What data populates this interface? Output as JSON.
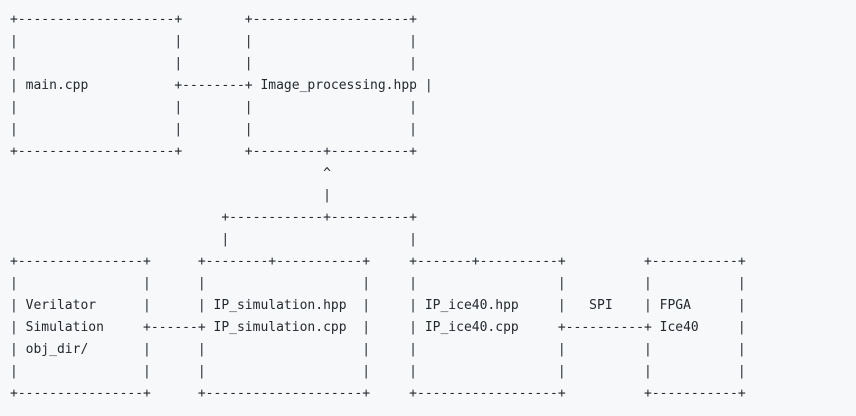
{
  "diagram": {
    "lines": [
      "+--------------------+        +--------------------+",
      "|                    |        |                    |",
      "|                    |        |                    |",
      "| main.cpp           +--------+ Image_processing.hpp |",
      "|                    |        |                    |",
      "|                    |        |                    |",
      "+--------------------+        +---------+----------+",
      "                                        ^",
      "                                        |",
      "                           +------------+----------+",
      "                           |                       |",
      "+----------------+      +--------+-----------+     +-------+----------+          +-----------+",
      "|                |      |                    |     |                  |          |           |",
      "| Verilator      |      | IP_simulation.hpp  |     | IP_ice40.hpp     |   SPI    | FPGA      |",
      "| Simulation     +------+ IP_simulation.cpp  |     | IP_ice40.cpp     +----------+ Ice40     |",
      "| obj_dir/       |      |                    |     |                  |          |           |",
      "|                |      |                    |     |                  |          |           |",
      "+----------------+      +--------------------+     +------------------+          +-----------+"
    ]
  }
}
